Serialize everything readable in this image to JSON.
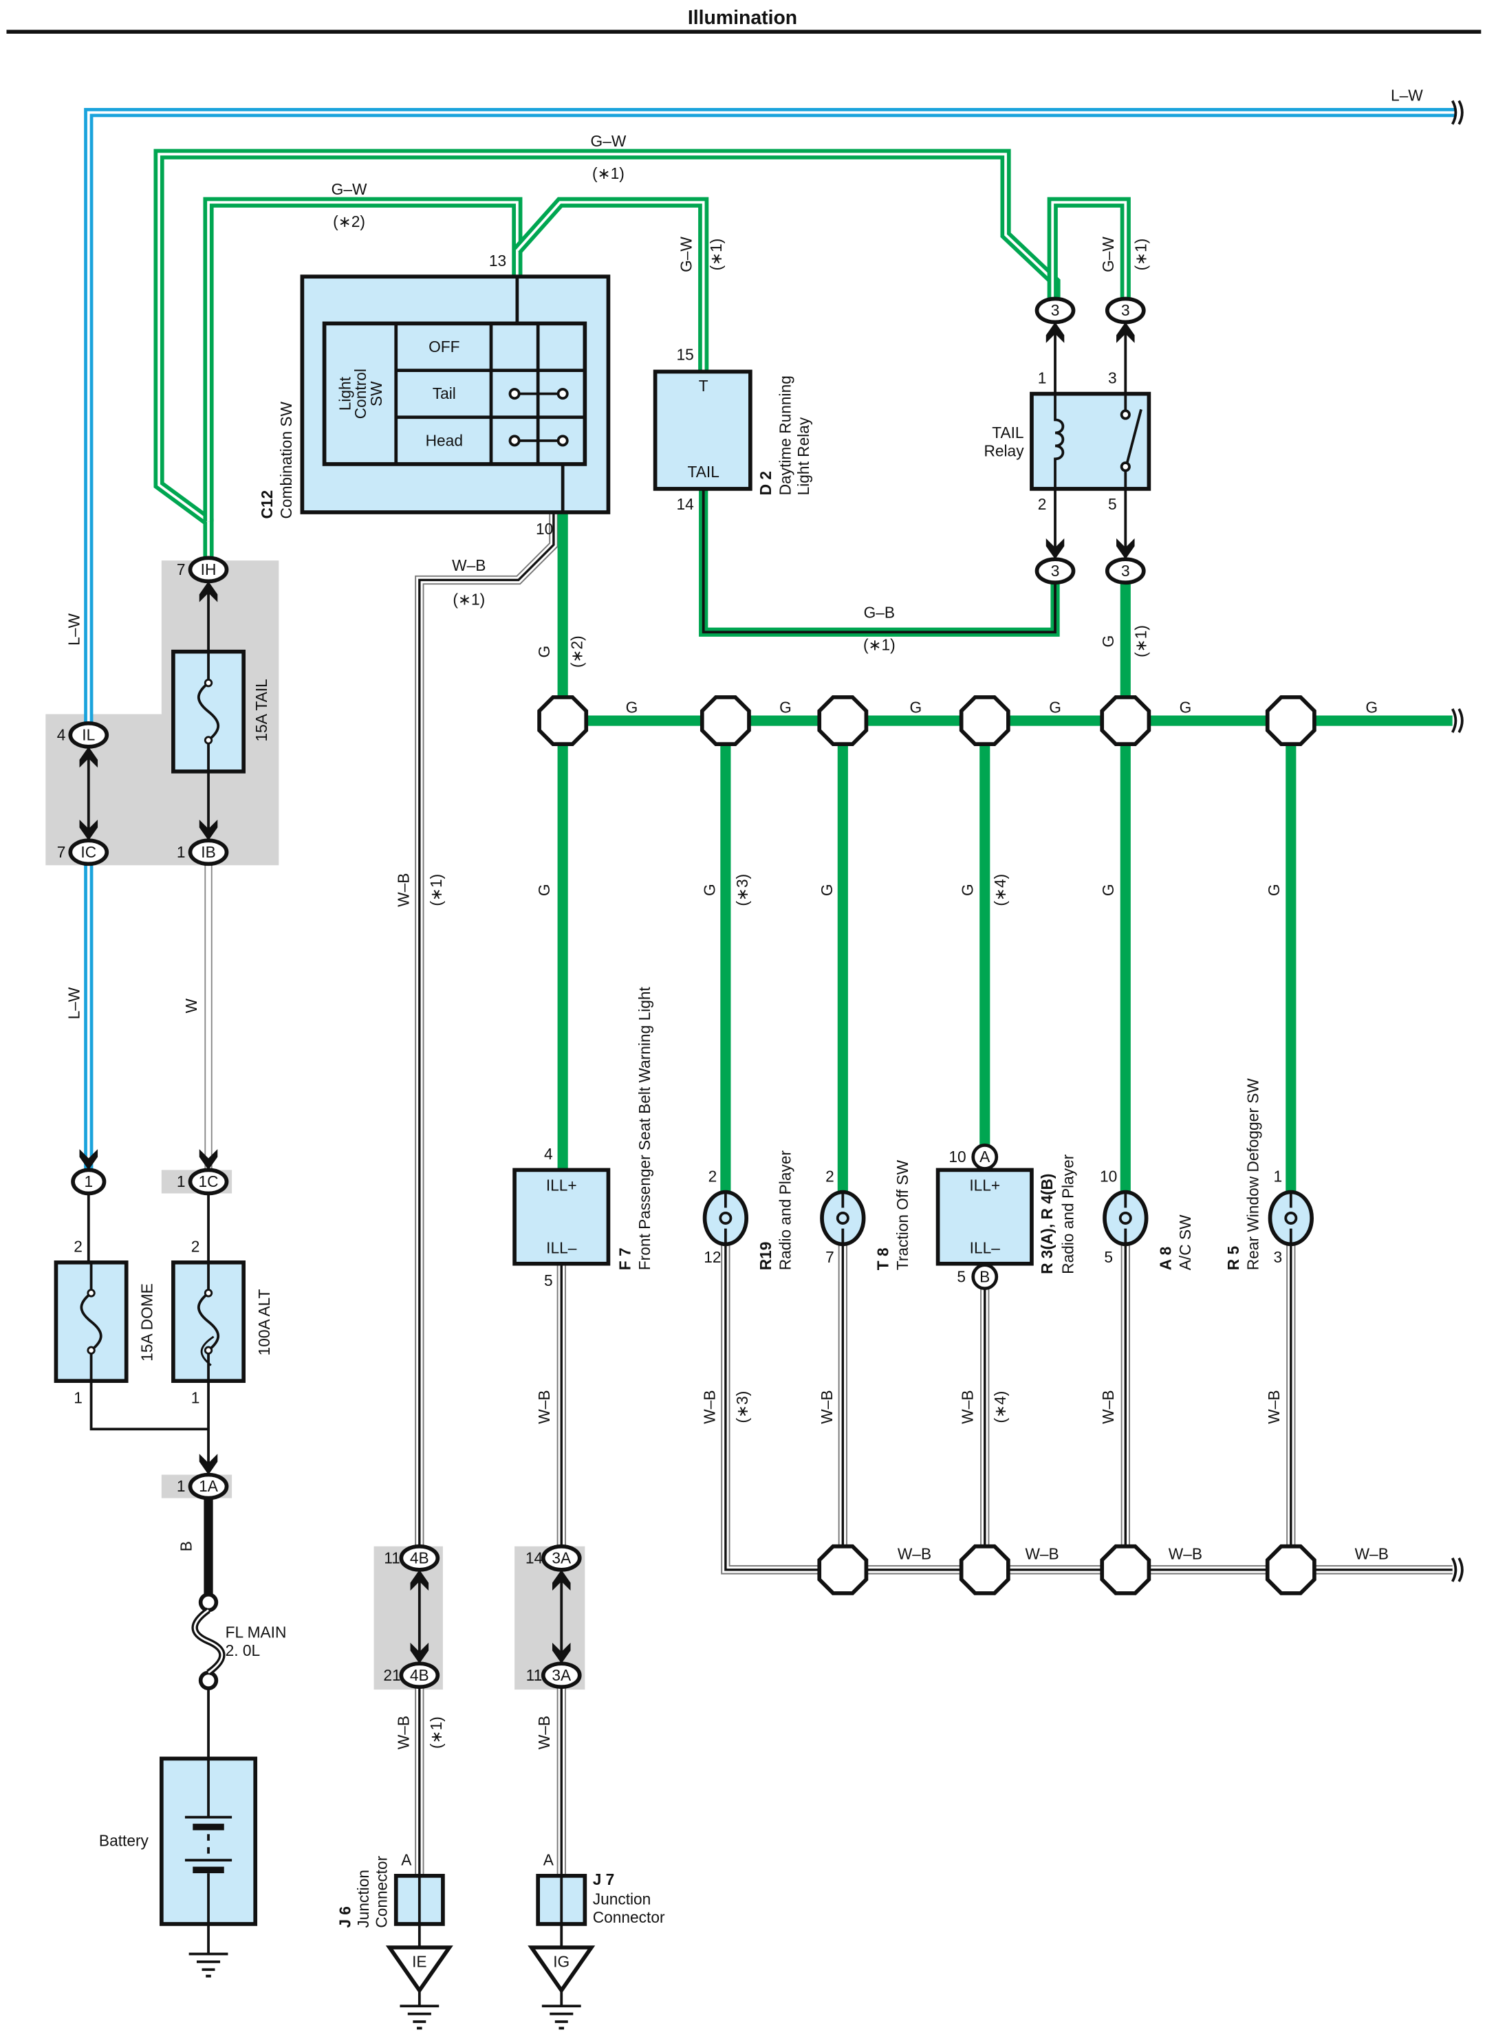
{
  "title": "Illumination",
  "colors": {
    "lw": "#1aa3dc",
    "green": "#00a651",
    "box_fill": "#c9e9f9",
    "splice_area": "#d4d4d4"
  },
  "wires": {
    "lw": "L–W",
    "gw": "G–W",
    "g": "G",
    "wb": "W–B",
    "w": "W",
    "gb": "G–B",
    "b": "B",
    "n1": "(∗1)",
    "n2": "(∗2)",
    "n3": "(∗3)",
    "n4": "(∗4)"
  },
  "components": {
    "c12": {
      "code": "C12",
      "name": "Combination SW",
      "sub": [
        "Light",
        "Control",
        "SW"
      ],
      "positions": [
        "OFF",
        "Tail",
        "Head"
      ],
      "pins": [
        "13",
        "10"
      ]
    },
    "d2": {
      "code": "D 2",
      "name1": "Daytime Running",
      "name2": "Light Relay",
      "t": "T",
      "tail": "TAIL",
      "pins": [
        "15",
        "14"
      ]
    },
    "tail_relay": {
      "name1": "TAIL",
      "name2": "Relay",
      "pins": [
        "1",
        "3",
        "2",
        "5"
      ],
      "connector": "3"
    },
    "f7": {
      "code": "F 7",
      "name": "Front Passenger Seat Belt Warning Light",
      "ill_plus": "ILL+",
      "ill_minus": "ILL–",
      "pins": [
        "4",
        "5"
      ]
    },
    "r19": {
      "code": "R19",
      "name": "Radio and Player",
      "pins": [
        "2",
        "12"
      ]
    },
    "t8": {
      "code": "T 8",
      "name": "Traction Off SW",
      "pins": [
        "2",
        "7"
      ]
    },
    "r3": {
      "code": "R 3(A), R 4(B)",
      "name": "Radio and Player",
      "ill_plus": "ILL+",
      "ill_minus": "ILL–",
      "pins": [
        "10",
        "5"
      ],
      "conn": [
        "A",
        "B"
      ]
    },
    "a8": {
      "code": "A 8",
      "name": "A/C SW",
      "pins": [
        "10",
        "5"
      ]
    },
    "r5": {
      "code": "R 5",
      "name": "Rear Window Defogger SW",
      "pins": [
        "1",
        "3"
      ]
    },
    "fuse_tail": "15A TAIL",
    "fuse_dome": {
      "label": "15A DOME",
      "pins": [
        "2",
        "1"
      ]
    },
    "fuse_alt": {
      "label": "100A ALT",
      "pins": [
        "2",
        "1"
      ]
    },
    "fl_main": [
      "FL MAIN",
      "2. 0L"
    ],
    "battery": "Battery",
    "j6": {
      "code": "J 6",
      "name1": "Junction",
      "name2": "Connector",
      "pin": "A",
      "ground": "IE"
    },
    "j7": {
      "code": "J 7",
      "name1": "Junction",
      "name2": "Connector",
      "pin": "A",
      "ground": "IG"
    }
  },
  "connectors": {
    "ih": [
      "7",
      "IH"
    ],
    "il": [
      "4",
      "IL"
    ],
    "ic": [
      "7",
      "IC"
    ],
    "ib": [
      "1",
      "IB"
    ],
    "c1": [
      "",
      "1"
    ],
    "c1c": [
      "1",
      "1C"
    ],
    "c1a": [
      "1",
      "1A"
    ],
    "c4b_top": [
      "11",
      "4B"
    ],
    "c4b_bot": [
      "21",
      "4B"
    ],
    "c3a_top": [
      "14",
      "3A"
    ],
    "c3a_bot": [
      "11",
      "3A"
    ]
  }
}
